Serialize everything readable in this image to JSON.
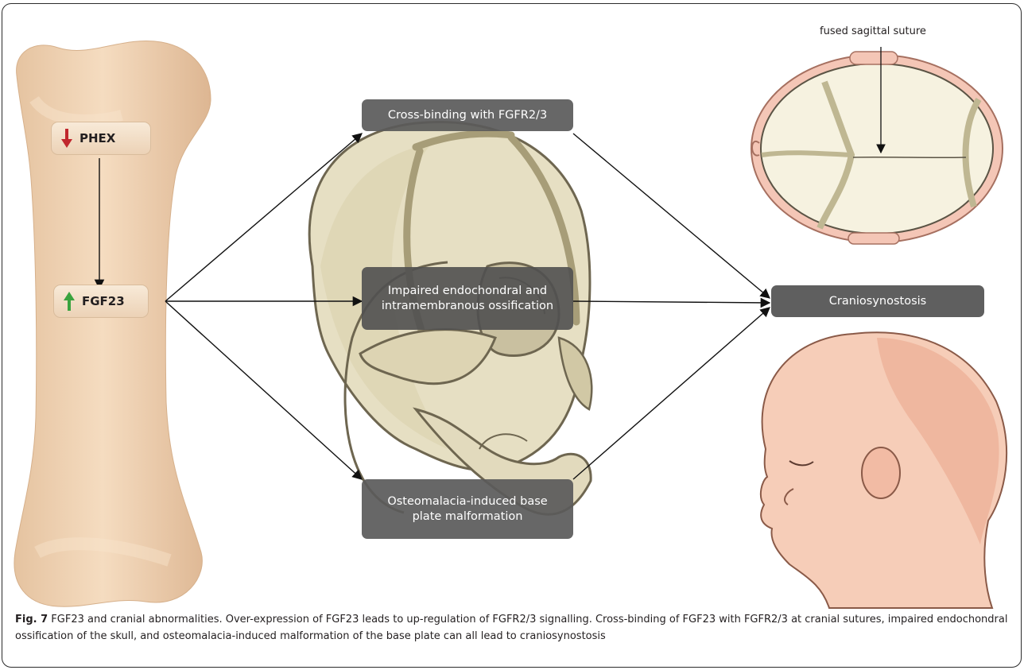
{
  "genes": {
    "phex": {
      "label": "PHEX",
      "direction": "down",
      "arrow_color": "#c0272d"
    },
    "fgf23": {
      "label": "FGF23",
      "direction": "up",
      "arrow_color": "#3aa33f"
    }
  },
  "boxes": {
    "cross_binding": "Cross-binding with FGFR2/3",
    "impaired": "Impaired endochondral and intramembranous ossification",
    "osteomalacia": "Osteomalacia-induced base plate malformation",
    "craniosynostosis": "Craniosynostosis"
  },
  "annotation": "fused sagittal suture",
  "caption": {
    "fig_label": "Fig. 7",
    "text": "FGF23 and cranial abnormalities. Over-expression of FGF23 leads to up-regulation of FGFR2/3 signalling. Cross-binding of FGF23 with FGFR2/3 at cranial sutures, impaired endochondral ossification of the skull, and osteomalacia-induced malformation of the base plate can all lead to craniosynostosis"
  },
  "colors": {
    "box_fill": "#5f5f5f",
    "bone": "#f0d4b4",
    "skull": "#e7e1c6",
    "skin": "#f3c8b5"
  }
}
